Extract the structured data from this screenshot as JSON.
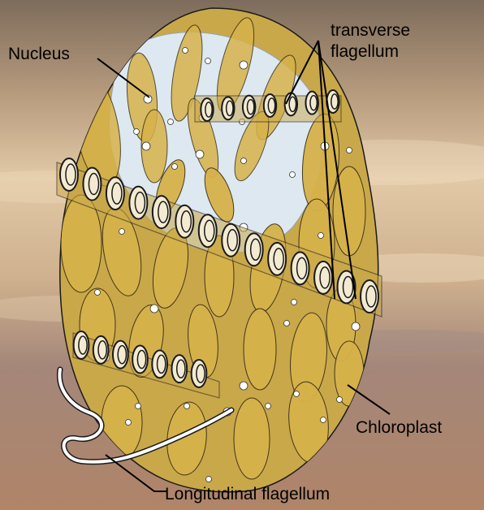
{
  "labels": {
    "nucleus": "Nucleus",
    "transverse_line1": "transverse",
    "transverse_line2": "flagellum",
    "chloroplast": "Chloroplast",
    "longitudinal": "Longitudinal flagellum"
  },
  "colors": {
    "cell_fill": "#c9a84a",
    "chloroplast_fill": "#d6b24a",
    "chloroplast_stroke": "#3a3018",
    "nucleus_fill": "#dde8f0",
    "flagellum_fill": "#f3ead2",
    "outline": "#1a1a1a",
    "sky_top": "#8f7d68",
    "sky_mid": "#d8b690",
    "sky_bottom": "#8c6a5c"
  }
}
